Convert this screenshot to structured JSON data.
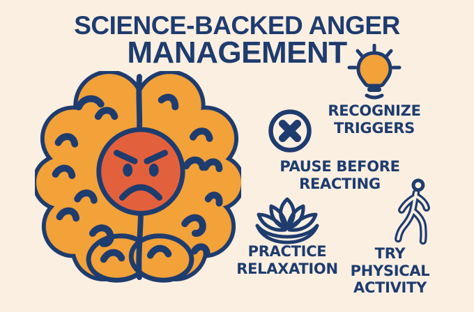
{
  "colors": {
    "background": "#FBEFE2",
    "navy": "#1E3C6E",
    "orange": "#F3A139",
    "face_red": "#E2613C"
  },
  "title": {
    "line1": "SCIENCE-BACKED ANGER",
    "line2": "MANAGEMENT"
  },
  "illustration": {
    "name": "angry-brain-illustration"
  },
  "tips": [
    {
      "label": "RECOGNIZE TRIGGERS",
      "icon": "lightbulb-icon"
    },
    {
      "label": "PAUSE BEFORE REACTING",
      "icon": "x-circle-icon"
    },
    {
      "label": "PRACTICE RELAXATION",
      "icon": "lotus-icon"
    },
    {
      "label": "TRY PHYSICAL ACTIVITY",
      "icon": "walking-person-icon"
    }
  ]
}
